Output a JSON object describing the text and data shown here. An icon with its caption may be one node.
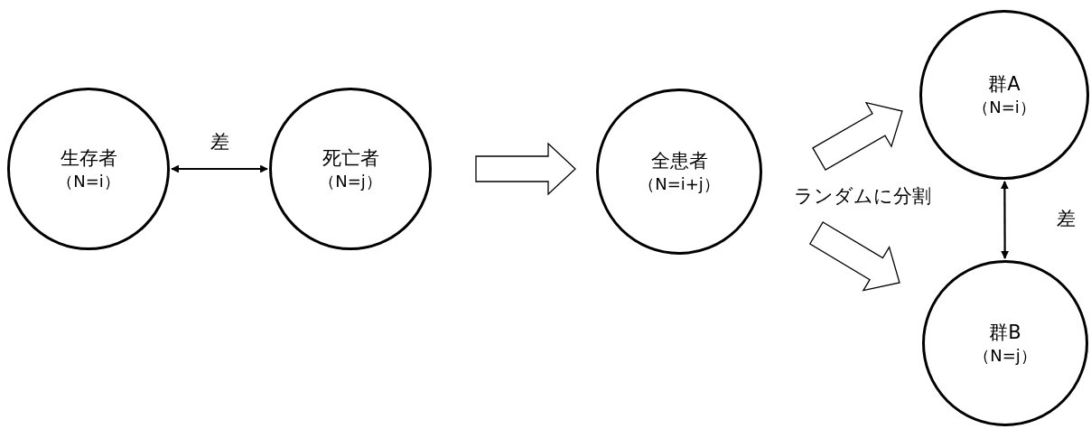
{
  "diagram": {
    "nodes": [
      {
        "text": [
          "生存者",
          "（N=i）"
        ]
      },
      {
        "text": [
          "死亡者",
          "（N=j）"
        ]
      },
      {
        "text": [
          "全患者",
          "（N=i+j）"
        ]
      },
      {
        "text": [
          "群A",
          "（N=i）"
        ]
      },
      {
        "text": [
          "群B",
          "（N=j）"
        ]
      }
    ],
    "edges": [
      {
        "from": 0,
        "to": 1,
        "arrow": "both",
        "label": "差"
      },
      {
        "from": 1,
        "to": 2,
        "arrow": "to",
        "style": "thick"
      },
      {
        "from": 2,
        "to": 3,
        "arrow": "to",
        "style": "thick"
      },
      {
        "from": 2,
        "to": 4,
        "arrow": "to",
        "style": "thick"
      },
      {
        "from": 3,
        "to": 4,
        "arrow": "both",
        "label": "差"
      }
    ],
    "labels": [
      "ランダムに分割"
    ]
  }
}
